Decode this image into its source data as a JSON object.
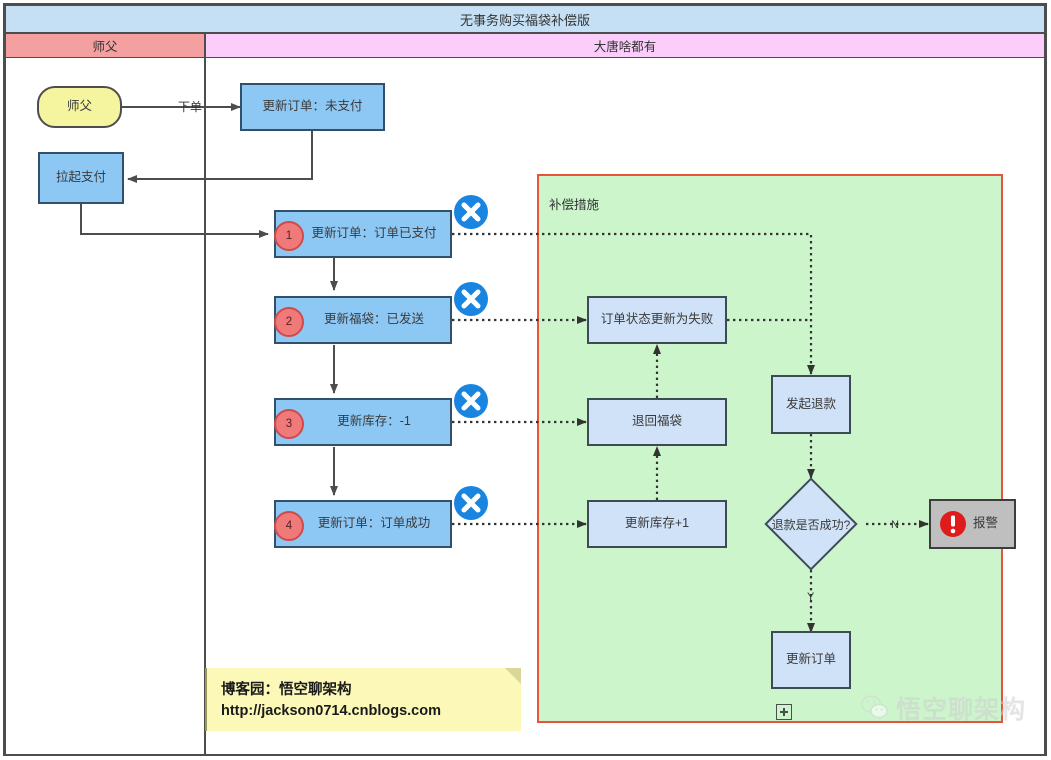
{
  "pool": {
    "title": "无事务购买福袋补偿版",
    "lanes": [
      {
        "name": "师父"
      },
      {
        "name": "大唐啥都有"
      }
    ]
  },
  "nodes": {
    "start": "师父",
    "pay_launch": "拉起支付",
    "order_unpaid": "更新订单：未支付",
    "step1": "更新订单：订单已支付",
    "step2": "更新福袋：已发送",
    "step3": "更新库存：-1",
    "step4": "更新订单：订单成功",
    "comp_order_fail": "订单状态更新为失败",
    "comp_return_bag": "退回福袋",
    "comp_stock_plus": "更新库存+1",
    "comp_refund": "发起退款",
    "comp_decision": "退款是否成功?",
    "comp_update_order": "更新订单",
    "alarm": "报警"
  },
  "badges": {
    "step1": "1",
    "step2": "2",
    "step3": "3",
    "step4": "4"
  },
  "edge_labels": {
    "place_order": "下单",
    "refund_no": "N",
    "refund_yes": "Y"
  },
  "comp_region": {
    "title": "补偿措施"
  },
  "note": {
    "line1": "博客园：悟空聊架构",
    "line2": "http://jackson0714.cnblogs.com"
  },
  "watermark": {
    "text": "悟空聊架构"
  },
  "colors": {
    "pool_header": "#c5e0f5",
    "lane_master": "#f4a0a0",
    "lane_shop": "#fbcdfb",
    "start_fill": "#f5f5a0",
    "task_fill": "#8dc8f5",
    "comp_task_fill": "#cfe2f7",
    "comp_region_fill": "#ccf5cc",
    "comp_region_border": "#e8533d",
    "badge_fill": "#f07a7a",
    "x_marker": "#1a85e0",
    "alarm_fill": "#bfbfbf",
    "alarm_icon": "#e01b1b",
    "note_fill": "#fbf8b8"
  }
}
